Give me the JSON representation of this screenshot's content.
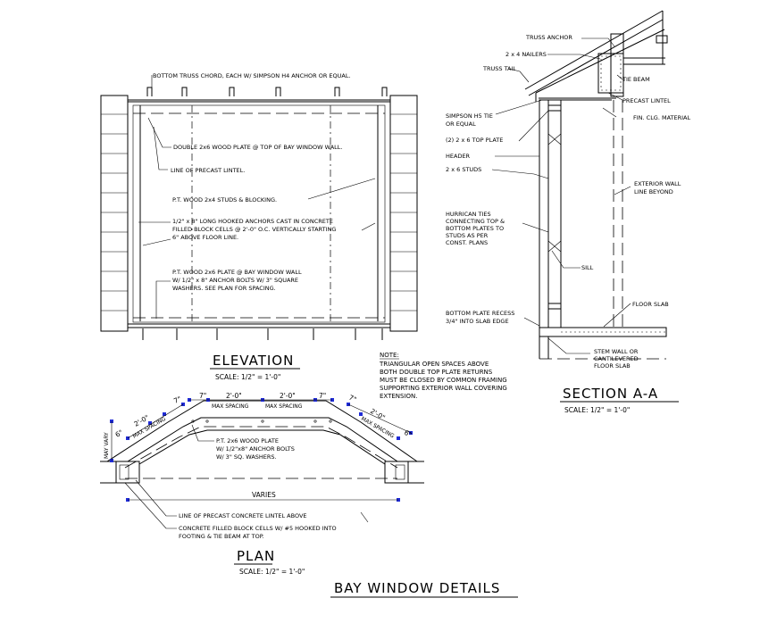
{
  "sheet_title": "BAY WINDOW DETAILS",
  "elevation": {
    "title": "ELEVATION",
    "scale": "SCALE:  1/2\" = 1'-0\"",
    "notes": {
      "truss": "BOTTOM TRUSS CHORD, EACH W/ SIMPSON H4 ANCHOR OR EQUAL.",
      "plate": "DOUBLE 2x6 WOOD PLATE @ TOP OF BAY WINDOW WALL.",
      "lintel": "LINE OF PRECAST LINTEL.",
      "studs": "P.T. WOOD 2x4 STUDS & BLOCKING.",
      "anchors_1": "1/2\" x 8\" LONG HOOKED ANCHORS CAST IN CONCRETE",
      "anchors_2": "FILLED BLOCK CELLS @ 2'-0\" O.C. VERTICALLY STARTING",
      "anchors_3": "6\" ABOVE FLOOR LINE.",
      "bottom_1": "P.T. WOOD 2x6 PLATE @ BAY WINDOW WALL",
      "bottom_2": "W/ 1/2\" x 8\" ANCHOR BOLTS W/ 3\" SQUARE",
      "bottom_3": "WASHERS.  SEE PLAN FOR SPACING."
    }
  },
  "note_block": {
    "heading": "NOTE:",
    "line1": "TRIANGULAR OPEN  SPACES ABOVE",
    "line2": "BOTH DOUBLE TOP PLATE RETURNS",
    "line3": "MUST BE CLOSED BY COMMON FRAMING",
    "line4": "SUPPORTING EXTERIOR WALL COVERING",
    "line5": "EXTENSION."
  },
  "section": {
    "title": "SECTION A-A",
    "scale": "SCALE:  1/2\" = 1'-0\"",
    "labels": {
      "truss_anchor": "TRUSS ANCHOR",
      "nailers": "2 x 4 NAILERS",
      "truss_tail": "TRUSS TAIL",
      "tie_beam": "TIE BEAM",
      "precast_lintel": "PRECAST LINTEL",
      "simpson_1": "SIMPSON H5 TIE",
      "simpson_2": "OR EQUAL",
      "fin": "FIN. CLG. MATERIAL",
      "top_plate": "(2) 2 x 6 TOP PLATE",
      "header": "HEADER",
      "studs": "2 x 6 STUDS",
      "ext_wall_1": "EXTERIOR WALL",
      "ext_wall_2": "LINE BEYOND",
      "hurr_1": "HURRICAN TIES",
      "hurr_2": "CONNECTING TOP &",
      "hurr_3": "BOTTOM PLATES TO",
      "hurr_4": "STUDS AS PER",
      "hurr_5": "CONST. PLANS",
      "sill": "SILL",
      "floor_slab": "FLOOR SLAB",
      "recess_1": "BOTTOM PLATE RECESS",
      "recess_2": "3/4\" INTO SLAB EDGE",
      "stem_1": "STEM WALL OR",
      "stem_2": "CANTILEVERED",
      "stem_3": "FLOOR SLAB"
    }
  },
  "plan": {
    "title": "PLAN",
    "scale": "SCALE:  1/2\" = 1'-0\"",
    "dims": {
      "seven": "7\"",
      "two_ft": "2'-0\"",
      "max_spacing": "MAX SPACING",
      "six": "6\"",
      "may_vary": "MAY VARY",
      "varies": "VARIES"
    },
    "notes": {
      "pt_1": "P.T. 2x6 WOOD PLATE",
      "pt_2": "W/ 1/2\"x8\" ANCHOR BOLTS",
      "pt_3": "W/ 3\" SQ. WASHERS.",
      "lintel": "LINE OF PRECAST CONCRETE LINTEL ABOVE",
      "cells_1": "CONCRETE FILLED BLOCK CELLS W/ #5 HOOKED INTO",
      "cells_2": "FOOTING & TIE BEAM AT TOP."
    }
  },
  "colors": {
    "ink": "#000000",
    "dimension_marker": "#1f2bd6",
    "paper": "#ffffff"
  }
}
